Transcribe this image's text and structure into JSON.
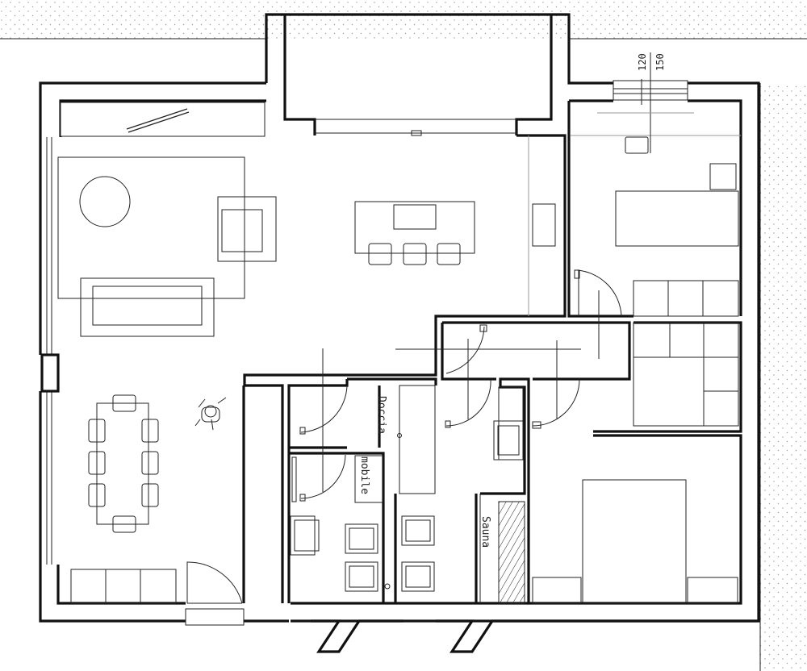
{
  "labels": {
    "doccia": "Doccia",
    "mobile": "mobile",
    "sauna": "Sauna",
    "dim_a": "120",
    "dim_b": "150"
  },
  "colors": {
    "wall": "#111111",
    "line": "#222222",
    "dots": "#9a9a9a"
  }
}
